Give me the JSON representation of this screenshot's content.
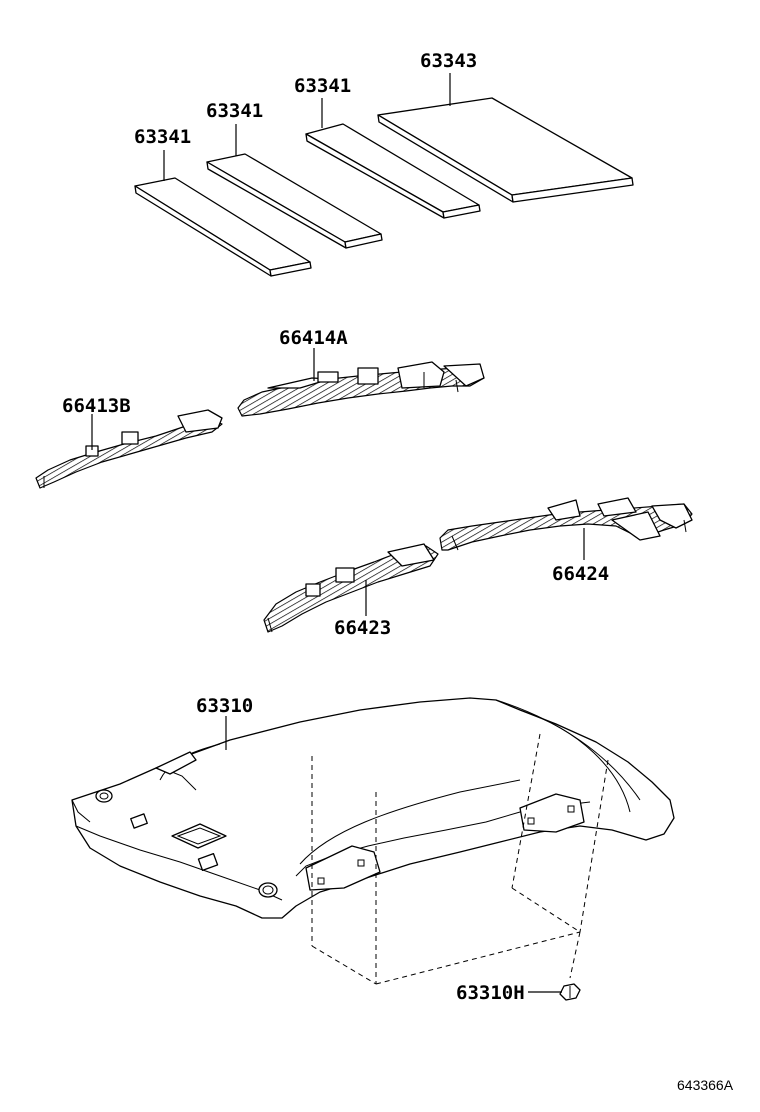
{
  "parts": {
    "pad_1": "63341",
    "pad_2": "63341",
    "pad_3": "63341",
    "pad_wide": "63343",
    "retainer_rh": "66414A",
    "retainer_lh": "66413B",
    "rear_retainer_rh": "66424",
    "rear_retainer_lh": "66423",
    "headlining": "63310",
    "clip": "63310H"
  },
  "reference_code": "643366A"
}
